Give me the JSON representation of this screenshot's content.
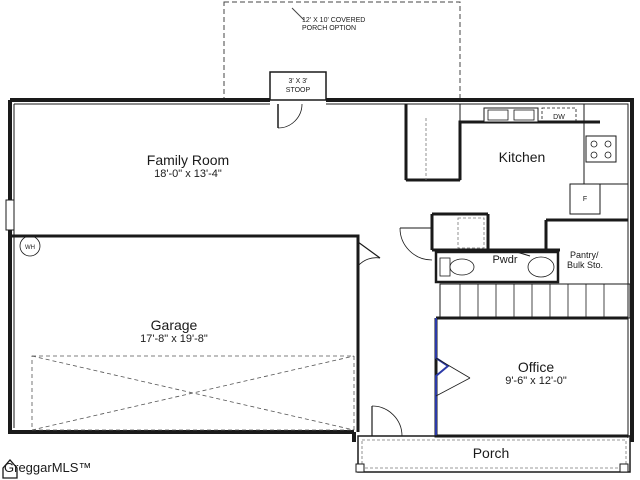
{
  "plan": {
    "rooms": [
      {
        "name": "Family Room",
        "dims": "18'-0\" x 13'-4\""
      },
      {
        "name": "Kitchen",
        "dims": ""
      },
      {
        "name": "Garage",
        "dims": "17'-8\" x 19'-8\""
      },
      {
        "name": "Office",
        "dims": "9'-6\" x 12'-0\""
      },
      {
        "name": "Pwdr",
        "dims": ""
      },
      {
        "name": "Porch",
        "dims": ""
      }
    ],
    "porch_option_line1": "12' X 10' COVERED",
    "porch_option_line2": "PORCH OPTION",
    "stoop_line1": "3' X 3'",
    "stoop_line2": "STOOP",
    "pantry_line1": "Pantry/",
    "pantry_line2": "Bulk Sto.",
    "water_heater": "WH",
    "dishwasher": "DW",
    "fridge": "F"
  },
  "watermark": {
    "text": "GreggarMLS™",
    "color": "#1a1a1a"
  },
  "colors": {
    "wall": "#1a1a1a",
    "office_doors": "#2b3aa8"
  }
}
